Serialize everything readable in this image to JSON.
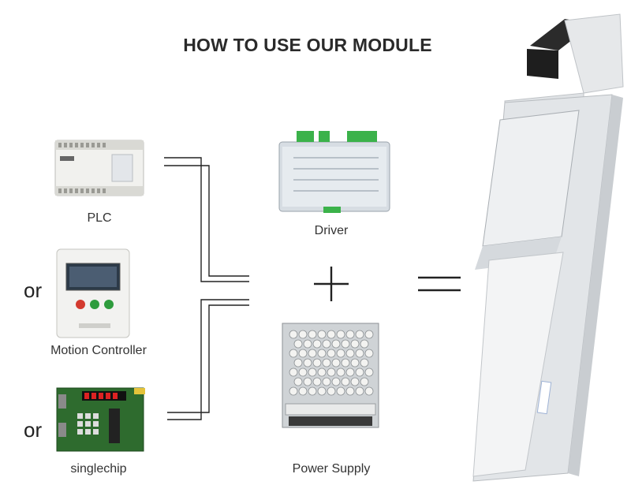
{
  "title": "HOW TO USE OUR MODULE",
  "controllers": [
    {
      "label": "PLC"
    },
    {
      "label": "Motion Controller"
    },
    {
      "label": "singlechip"
    }
  ],
  "or_label": "or",
  "driver": {
    "label": "Driver"
  },
  "power_supply": {
    "label": "Power Supply"
  },
  "plus_symbol": "+",
  "equals_symbol": "=",
  "colors": {
    "line": "#222222",
    "green": "#3fae4a",
    "board": "#2e6b2e",
    "aluminum": "#e8eaec"
  }
}
